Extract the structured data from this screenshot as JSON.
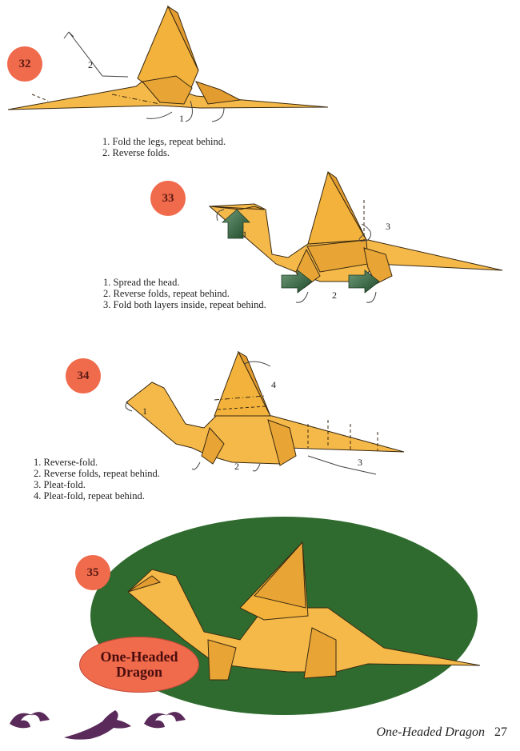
{
  "steps": [
    {
      "number": "32",
      "instructions": [
        "1. Fold the legs, repeat behind.",
        "2. Reverse folds."
      ],
      "labels": [
        "1",
        "2"
      ]
    },
    {
      "number": "33",
      "instructions": [
        "1. Spread the head.",
        "2. Reverse folds, repeat behind.",
        "3. Fold both layers inside, repeat behind."
      ],
      "labels": [
        "1",
        "2",
        "3"
      ]
    },
    {
      "number": "34",
      "instructions": [
        "1. Reverse-fold.",
        "2. Reverse folds, repeat behind.",
        "3. Pleat-fold.",
        "4. Pleat-fold, repeat behind."
      ],
      "labels": [
        "1",
        "2",
        "3",
        "4"
      ]
    },
    {
      "number": "35",
      "title_line1": "One-Headed",
      "title_line2": "Dragon"
    }
  ],
  "footer": {
    "title": "One-Headed Dragon",
    "page": "27"
  },
  "colors": {
    "paper": "#f5b94a",
    "paper_shade": "#e39c2f",
    "badge": "#f06a4c",
    "background_oval": "#2f6b2f",
    "arrow_green": "#2f5e3a"
  }
}
